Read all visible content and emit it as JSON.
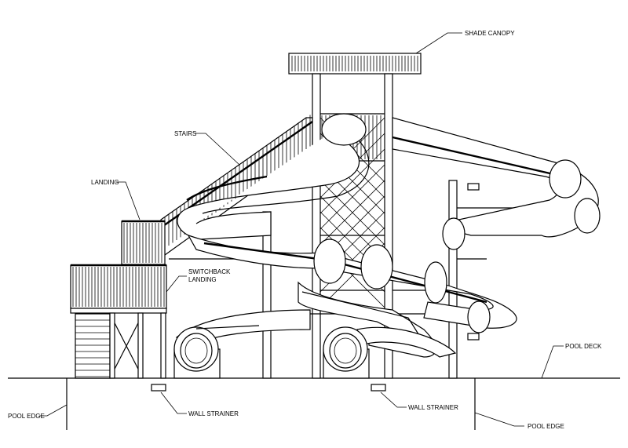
{
  "diagram": {
    "labels": {
      "shade_canopy": "SHADE CANOPY",
      "stairs": "STAIRS",
      "landing": "LANDING",
      "switchback_line1": "SWITCHBACK",
      "switchback_line2": "LANDING",
      "pool_deck": "POOL DECK",
      "pool_edge_left": "POOL EDGE",
      "pool_edge_right": "POOL EDGE",
      "wall_strainer_left": "WALL STRAINER",
      "wall_strainer_right": "WALL STRAINER"
    }
  }
}
